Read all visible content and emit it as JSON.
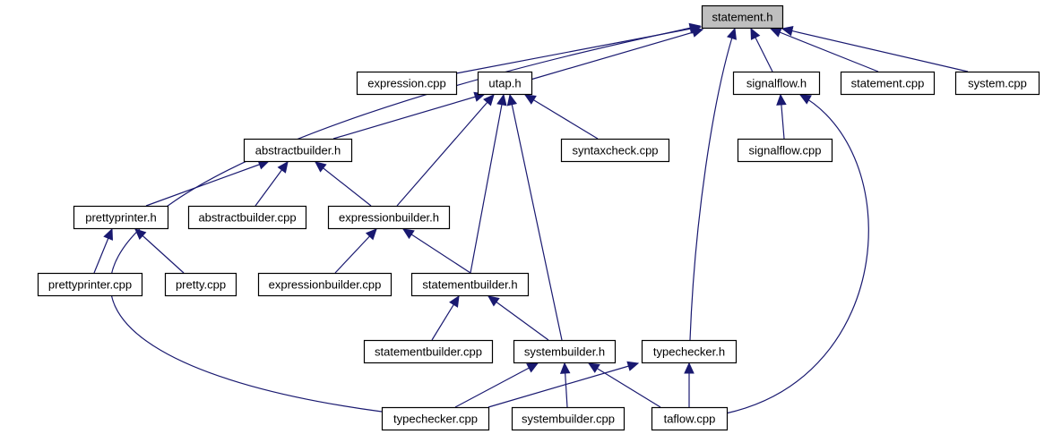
{
  "nodes": {
    "statement_h": "statement.h",
    "expression_cpp": "expression.cpp",
    "utap_h": "utap.h",
    "signalflow_h": "signalflow.h",
    "statement_cpp": "statement.cpp",
    "system_cpp": "system.cpp",
    "abstractbuilder_h": "abstractbuilder.h",
    "syntaxcheck_cpp": "syntaxcheck.cpp",
    "signalflow_cpp": "signalflow.cpp",
    "prettyprinter_h": "prettyprinter.h",
    "abstractbuilder_cpp": "abstractbuilder.cpp",
    "expressionbuilder_h": "expressionbuilder.h",
    "prettyprinter_cpp": "prettyprinter.cpp",
    "pretty_cpp": "pretty.cpp",
    "expressionbuilder_cpp": "expressionbuilder.cpp",
    "statementbuilder_h": "statementbuilder.h",
    "statementbuilder_cpp": "statementbuilder.cpp",
    "systembuilder_h": "systembuilder.h",
    "typechecker_h": "typechecker.h",
    "typechecker_cpp": "typechecker.cpp",
    "systembuilder_cpp": "systembuilder.cpp",
    "taflow_cpp": "taflow.cpp"
  },
  "edges": [
    {
      "from": "expression_cpp",
      "to": "statement_h"
    },
    {
      "from": "utap_h",
      "to": "statement_h"
    },
    {
      "from": "typechecker_h",
      "to": "statement_h"
    },
    {
      "from": "signalflow_h",
      "to": "statement_h"
    },
    {
      "from": "statement_cpp",
      "to": "statement_h"
    },
    {
      "from": "system_cpp",
      "to": "statement_h"
    },
    {
      "from": "typechecker_cpp",
      "to": "statement_h"
    },
    {
      "from": "abstractbuilder_h",
      "to": "utap_h"
    },
    {
      "from": "expressionbuilder_h",
      "to": "utap_h"
    },
    {
      "from": "statementbuilder_h",
      "to": "utap_h"
    },
    {
      "from": "systembuilder_h",
      "to": "utap_h"
    },
    {
      "from": "syntaxcheck_cpp",
      "to": "utap_h"
    },
    {
      "from": "signalflow_cpp",
      "to": "signalflow_h"
    },
    {
      "from": "taflow_cpp",
      "to": "signalflow_h"
    },
    {
      "from": "prettyprinter_h",
      "to": "abstractbuilder_h"
    },
    {
      "from": "abstractbuilder_cpp",
      "to": "abstractbuilder_h"
    },
    {
      "from": "expressionbuilder_h",
      "to": "abstractbuilder_h"
    },
    {
      "from": "prettyprinter_cpp",
      "to": "prettyprinter_h"
    },
    {
      "from": "pretty_cpp",
      "to": "prettyprinter_h"
    },
    {
      "from": "expressionbuilder_cpp",
      "to": "expressionbuilder_h"
    },
    {
      "from": "statementbuilder_h",
      "to": "expressionbuilder_h"
    },
    {
      "from": "statementbuilder_cpp",
      "to": "statementbuilder_h"
    },
    {
      "from": "systembuilder_h",
      "to": "statementbuilder_h"
    },
    {
      "from": "typechecker_cpp",
      "to": "systembuilder_h"
    },
    {
      "from": "systembuilder_cpp",
      "to": "systembuilder_h"
    },
    {
      "from": "taflow_cpp",
      "to": "systembuilder_h"
    },
    {
      "from": "typechecker_cpp",
      "to": "typechecker_h"
    },
    {
      "from": "taflow_cpp",
      "to": "typechecker_h"
    }
  ],
  "colors": {
    "edge": "#191970",
    "root_fill": "#bfbfbf",
    "node_fill": "#ffffff",
    "node_border": "#000000"
  }
}
